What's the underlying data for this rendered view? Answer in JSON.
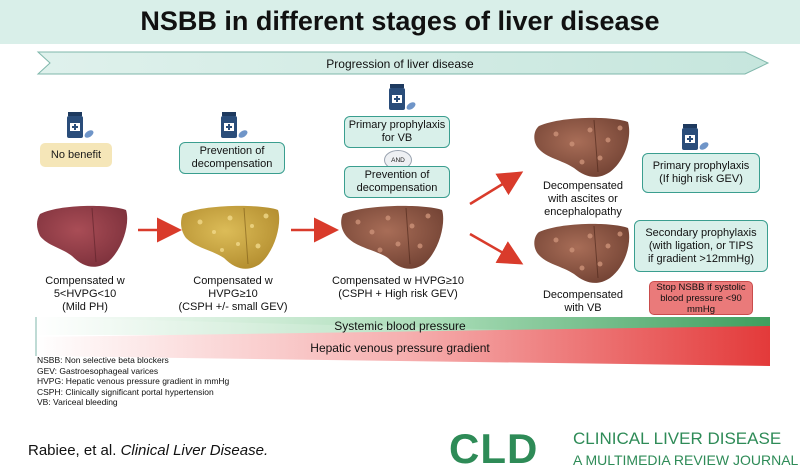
{
  "title": "NSBB in different stages of liver disease",
  "progression_label": "Progression of liver disease",
  "stages": [
    {
      "treatment": "No benefit",
      "caption": [
        "Compensated w",
        "5<HVPG<10",
        "(Mild PH)"
      ]
    },
    {
      "treatment": "Prevention of decompensation",
      "caption": [
        "Compensated w HVPG≥10",
        "(CSPH +/- small GEV)"
      ]
    },
    {
      "treatment_top": "Primary prophylaxis for VB",
      "and_label": "AND",
      "treatment_bottom": "Prevention of decompensation",
      "caption": [
        "Compensated w HVPG≥10",
        "(CSPH + High risk GEV)"
      ]
    }
  ],
  "decompensated": [
    {
      "caption": [
        "Decompensated",
        "with ascites or",
        "encephalopathy"
      ],
      "treatment": [
        "Primary prophylaxis",
        "(If high risk GEV)"
      ]
    },
    {
      "caption": [
        "Decompensated",
        "with VB"
      ],
      "treatment": [
        "Secondary prophylaxis",
        "(with ligation, or TIPS",
        "if gradient >12mmHg)"
      ],
      "warning": [
        "Stop NSBB if systolic",
        "blood pressure <90",
        "mmHg"
      ]
    }
  ],
  "gradients": {
    "systemic": "Systemic blood pressure",
    "hepatic": "Hepatic venous pressure gradient"
  },
  "abbreviations": [
    "NSBB: Non selective beta blockers",
    "GEV: Gastroesophageal varices",
    "HVPG: Hepatic venous pressure gradient in mmHg",
    "CSPH: Clinically significant portal hypertension",
    "VB: Variceal bleeding"
  ],
  "citation": {
    "authors": "Rabiee, et al.",
    "journal": "Clinical Liver Disease."
  },
  "logo": {
    "letters": "CLD",
    "line1": "CLINICAL LIVER DISEASE",
    "line2": "A MULTIMEDIA REVIEW JOURNAL"
  },
  "colors": {
    "teal_box": "#d9f0ea",
    "teal_border": "#3a9e8f",
    "arrow_red": "#d93b2b",
    "green": "#2e8b57",
    "red_box": "#ea7a7a",
    "header": "#d9efe9"
  }
}
